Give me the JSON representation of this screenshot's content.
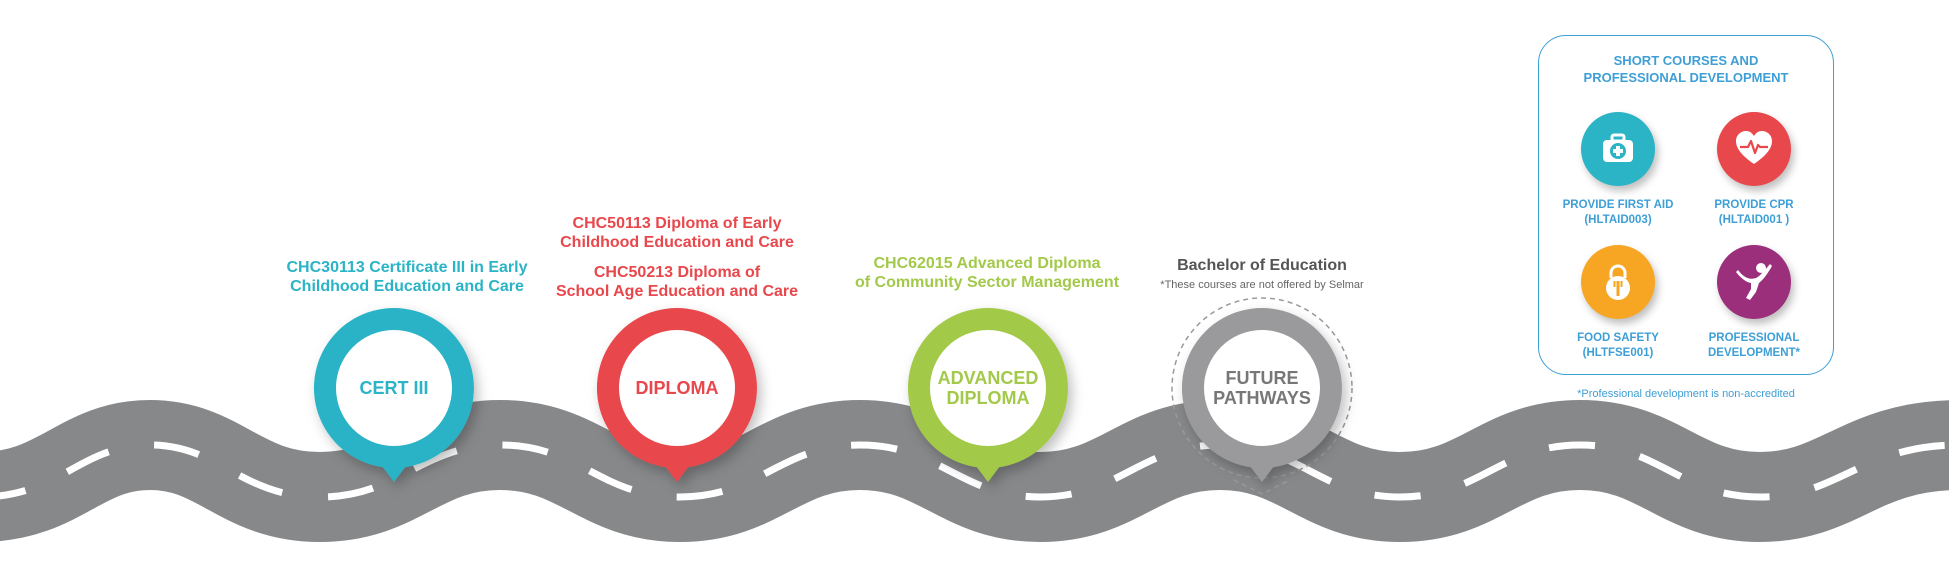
{
  "colors": {
    "teal": "#2bb3c6",
    "red": "#e8474c",
    "green": "#a3c94a",
    "grey": "#9a9a9c",
    "blue": "#3e9fd6",
    "orange": "#f6a623",
    "purple": "#9b2f7b",
    "road": "#87888a"
  },
  "pathway": [
    {
      "id": "cert",
      "marker_label": "CERT III",
      "titles": [
        "CHC30113 Certificate III in Early\nChildhood Education and Care"
      ],
      "color": "#2bb3c6"
    },
    {
      "id": "diploma",
      "marker_label": "DIPLOMA",
      "titles": [
        "CHC50113 Diploma of Early\nChildhood Education and Care",
        "CHC50213 Diploma of\nSchool Age Education and Care"
      ],
      "color": "#e8474c"
    },
    {
      "id": "advanced",
      "marker_label": "ADVANCED\nDIPLOMA",
      "titles": [
        "CHC62015 Advanced Diploma\nof Community Sector Management"
      ],
      "color": "#a3c94a"
    },
    {
      "id": "future",
      "marker_label": "FUTURE\nPATHWAYS",
      "titles": [
        "Bachelor of Education"
      ],
      "note": "*These courses are not offered by Selmar",
      "color": "#9a9a9c"
    }
  ],
  "short_courses": {
    "title": "SHORT COURSES AND\nPROFESSIONAL DEVELOPMENT",
    "items": [
      {
        "label": "PROVIDE FIRST AID\n(HLTAID003)",
        "icon": "first-aid-kit-icon",
        "color": "#2bb3c6"
      },
      {
        "label": "PROVIDE CPR\n(HLTAID001 )",
        "icon": "heart-pulse-icon",
        "color": "#e8474c"
      },
      {
        "label": "FOOD SAFETY\n(HLTFSE001)",
        "icon": "food-safety-icon",
        "color": "#f6a623"
      },
      {
        "label": "PROFESSIONAL\nDEVELOPMENT*",
        "icon": "person-jumping-icon",
        "color": "#9b2f7b"
      }
    ],
    "footnote": "*Professional development is non-accredited"
  }
}
